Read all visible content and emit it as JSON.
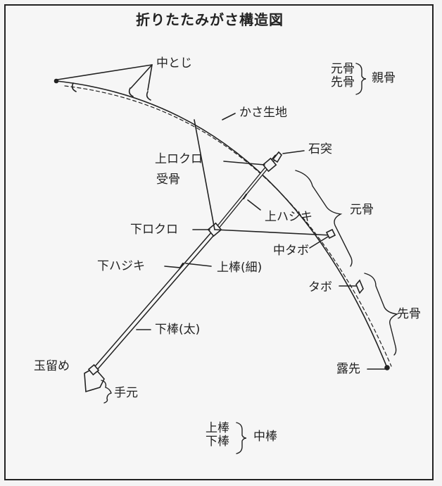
{
  "title": "折りたたみがさ構造図",
  "labels": {
    "naka_toji": "中とじ",
    "kasa_kiji": "かさ生地",
    "ue_rokuro": "上ロクロ",
    "ukebone": "受骨",
    "sekitotsu": "石突",
    "ue_hajiki": "上ハジキ",
    "motobone_side": "元骨",
    "shita_rokuro": "下ロクロ",
    "naka_tabo": "中タボ",
    "shita_hajiki": "下ハジキ",
    "ue_bou_hoso": "上棒(細)",
    "tabo": "タボ",
    "sakibone_side": "先骨",
    "shita_bou_futo": "下棒(太)",
    "tamadome": "玉留め",
    "tsuyusaki": "露先",
    "temoto": "手元"
  },
  "legend_oyabone": {
    "items": [
      "元骨",
      "先骨"
    ],
    "group": "親骨"
  },
  "legend_nakabou": {
    "items": [
      "上棒",
      "下棒"
    ],
    "group": "中棒"
  }
}
